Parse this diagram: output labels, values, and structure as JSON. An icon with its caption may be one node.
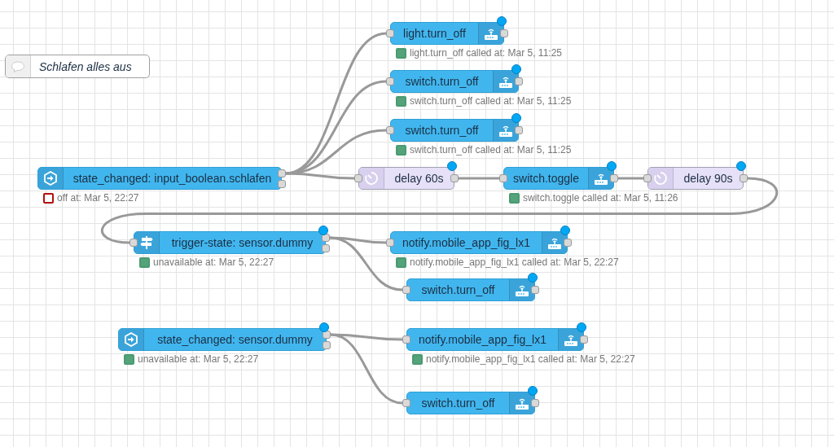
{
  "diagram": {
    "nodes": [
      {
        "text": [
          "Schlafen alles aus"
        ]
      },
      {
        "text": [
          "state_changed: input_boolean.schlafen"
        ],
        "beside": [
          "off at: Mar 5, 22:27"
        ]
      },
      {
        "text": [
          "light.turn_off"
        ],
        "beside": [
          "light.turn_off called at: Mar 5, 11:25"
        ]
      },
      {
        "text": [
          "switch.turn_off"
        ],
        "beside": [
          "switch.turn_off called at: Mar 5, 11:25"
        ]
      },
      {
        "text": [
          "switch.turn_off"
        ],
        "beside": [
          "switch.turn_off called at: Mar 5, 11:25"
        ]
      },
      {
        "text": [
          "delay 60s"
        ]
      },
      {
        "text": [
          "switch.toggle"
        ],
        "beside": [
          "switch.toggle called at: Mar 5, 11:26"
        ]
      },
      {
        "text": [
          "delay 90s"
        ]
      },
      {
        "text": [
          "trigger-state: sensor.dummy"
        ],
        "beside": [
          "unavailable at: Mar 5, 22:27"
        ]
      },
      {
        "text": [
          "notify.mobile_app_fig_lx1"
        ],
        "beside": [
          "notify.mobile_app_fig_lx1 called at: Mar 5, 22:27"
        ]
      },
      {
        "text": [
          "switch.turn_off"
        ]
      },
      {
        "text": [
          "state_changed: sensor.dummy"
        ],
        "beside": [
          "unavailable at: Mar 5, 22:27"
        ]
      },
      {
        "text": [
          "notify.mobile_app_fig_lx1"
        ],
        "beside": [
          "notify.mobile_app_fig_lx1 called at: Mar 5, 22:27"
        ]
      },
      {
        "text": [
          "switch.turn_off"
        ]
      }
    ],
    "edges": [
      {
        "from": 1,
        "to": 2,
        "arrow": "none"
      },
      {
        "from": 1,
        "to": 3,
        "arrow": "none"
      },
      {
        "from": 1,
        "to": 4,
        "arrow": "none"
      },
      {
        "from": 1,
        "to": 5,
        "arrow": "none"
      },
      {
        "from": 5,
        "to": 6,
        "arrow": "none"
      },
      {
        "from": 6,
        "to": 7,
        "arrow": "none"
      },
      {
        "from": 7,
        "to": 8,
        "arrow": "none"
      },
      {
        "from": 8,
        "to": 9,
        "arrow": "none"
      },
      {
        "from": 8,
        "to": 10,
        "arrow": "none"
      },
      {
        "from": 11,
        "to": 12,
        "arrow": "none"
      },
      {
        "from": 11,
        "to": 13,
        "arrow": "none"
      }
    ]
  }
}
